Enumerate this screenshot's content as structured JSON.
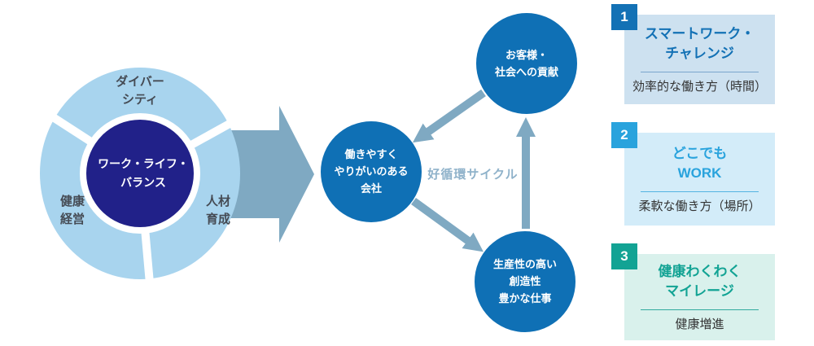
{
  "colors": {
    "background": "#ffffff",
    "ring": "#a8d4ee",
    "ring_label": "#454b54",
    "center_circle": "#212189",
    "arrow": "#7fa9c2",
    "cycle_node": "#0f70b5",
    "cycle_label": "#8fb2ca",
    "text_on_blue": "#ffffff",
    "subtitle_text": "#333333"
  },
  "ring_diagram": {
    "center_label": "ワーク・ライフ・\nバランス",
    "segments": [
      {
        "label": "ダイバー\nシティ"
      },
      {
        "label": "健康\n経営"
      },
      {
        "label": "人材\n育成"
      }
    ]
  },
  "cycle_diagram": {
    "label": "好循環サイクル",
    "nodes": [
      {
        "label": "お客様・\n社会への貢献"
      },
      {
        "label": "働きやすく\nやりがいのある\n会社"
      },
      {
        "label": "生産性の高い\n創造性\n豊かな仕事"
      }
    ]
  },
  "cards": [
    {
      "number": "1",
      "title": "スマートワーク・\nチャレンジ",
      "subtitle": "効率的な働き方（時間）",
      "accent": "#1371b5",
      "bg": "#cde1f0",
      "divider": "#7ba6cc"
    },
    {
      "number": "2",
      "title": "どこでも\nWORK",
      "subtitle": "柔軟な働き方（場所）",
      "accent": "#29a3dd",
      "bg": "#d3ecf9",
      "divider": "#54b4e2"
    },
    {
      "number": "3",
      "title": "健康わくわく\nマイレージ",
      "subtitle": "健康増進",
      "accent": "#12a394",
      "bg": "#d9f1ec",
      "divider": "#33ab9e"
    }
  ]
}
